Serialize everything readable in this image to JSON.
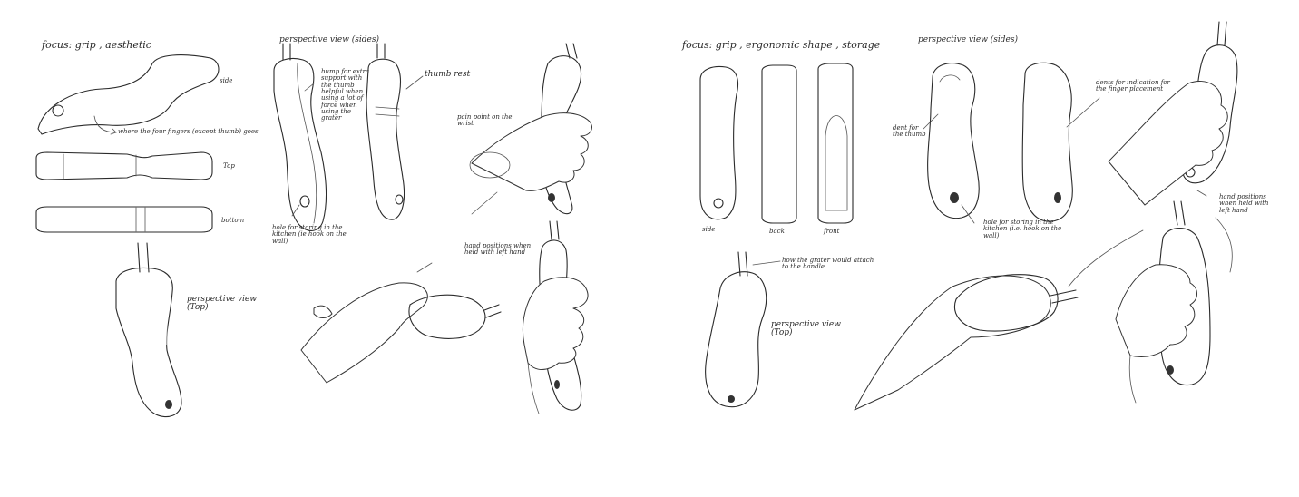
{
  "left_sheet": {
    "focus": "focus: grip , aesthetic",
    "label_side": "side",
    "label_top": "Top",
    "label_bottom": "bottom",
    "note_four_fingers": "where the four fingers (except thumb) goes",
    "perspective_sides": "perspective view (sides)",
    "note_bump": "bump for extra support with the thumb helpful when using a lot of force when using the grater",
    "label_thumb_rest": "thumb rest",
    "note_hole": "hole for storing in the kitchen (ie hook on the wall)",
    "note_pain_point": "pain point on the wrist",
    "perspective_top": "perspective view (Top)",
    "note_hand_positions": "hand positions when held with left hand"
  },
  "right_sheet": {
    "focus": "focus: grip , ergonomic shape , storage",
    "perspective_sides": "perspective view (sides)",
    "label_side": "side",
    "label_back": "back",
    "label_front": "front",
    "note_dent_thumb": "dent for the thumb",
    "note_dents_fingers": "dents for indication for the finger placement",
    "note_hole": "hole for storing in the kitchen (i.e. hook on the wall)",
    "note_grater": "how the grater would attach to the handle",
    "perspective_top": "perspective view (Top)",
    "note_hand_positions": "hand positions when held with left hand"
  },
  "colors": {
    "paper": "#ffffff",
    "ink": "#2b2b2b",
    "shade_light": "#f2f2f2",
    "shade_mid": "#bdbdbd",
    "shade_dark": "#6e6e6e"
  }
}
